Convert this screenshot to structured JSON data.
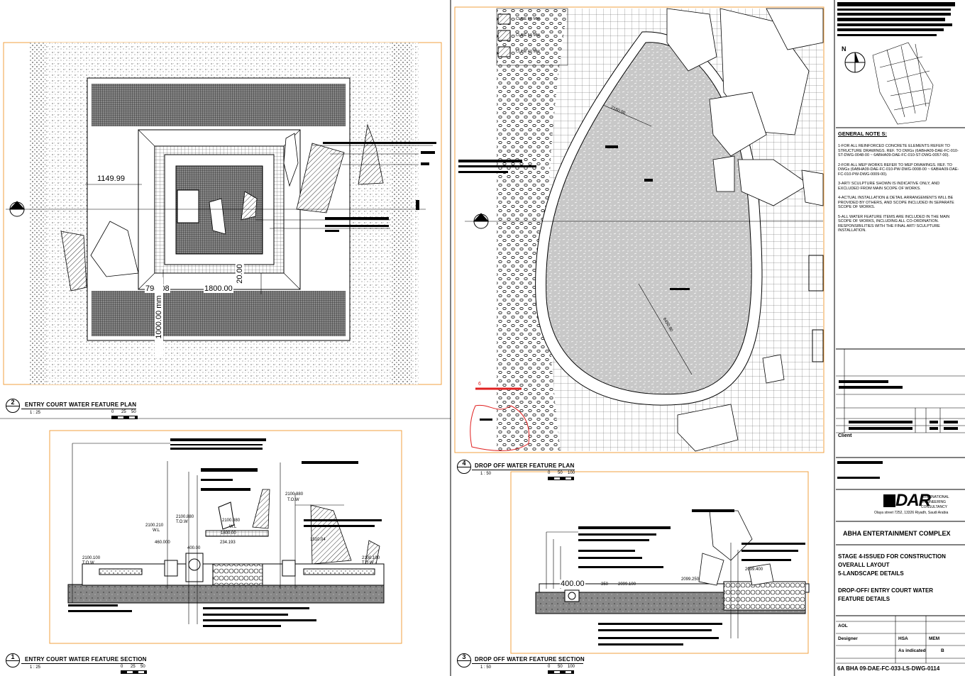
{
  "views": {
    "v2": {
      "number": "2",
      "title": "ENTRY COURT WATER FEATURE PLAN",
      "scale": "1 : 25",
      "bar": [
        "0",
        "25",
        "50"
      ]
    },
    "v1": {
      "number": "1",
      "title": "ENTRY COURT WATER FEATURE SECTION",
      "scale": "1 : 25",
      "bar": [
        "0",
        "25",
        "50"
      ]
    },
    "v4": {
      "number": "4",
      "title": "DROP OFF WATER FEATURE PLAN",
      "scale": "1 : 50",
      "bar": [
        "0",
        "50",
        "100"
      ]
    },
    "v3": {
      "number": "3",
      "title": "DROP OFF WATER FEATURE SECTION",
      "scale": "1 : 50",
      "bar": [
        "0",
        "50",
        "100"
      ]
    }
  },
  "plan2_dims": {
    "d1": "1149.99",
    "d2": "798.08",
    "d3": "1800.00",
    "d4": "1000.00 mm",
    "d5": "20.00"
  },
  "section1_dims": {
    "l1": "2100.880",
    "l1b": "T.O.W",
    "l2": "2100.210",
    "l2b": "W.L",
    "l3": "460.000",
    "l4": "2100.880",
    "l4b": "T.O.W",
    "l5": "2100.880",
    "l5b": "W.L",
    "l6": "1800.00",
    "l7": "234.193",
    "l8": "400.00",
    "l9": "1510.04",
    "l10": "2100.100",
    "l10b": "T.O.W",
    "l11": "2100.100",
    "l11b": "T.O.W"
  },
  "plan4_dims": {
    "r1": "2160.00",
    "r2": "6450.80"
  },
  "legend": [
    {
      "label": "CUBE 60 MM"
    },
    {
      "label": "CUBE 50 MM"
    },
    {
      "label": "CUBE 40 MM"
    }
  ],
  "section3_dims": {
    "a": "400.00",
    "b": "350",
    "c": "2099.100",
    "d": "2099.250",
    "e": "2099.400"
  },
  "notes": {
    "heading": "GENERAL NOTE S:",
    "items": [
      "1-FOR ALL REINFORCED CONCRETE ELEMENTS REFER TO STRUCTURE DRAWINGS. REF. TO DWGs (6ABHA09-DAE-FC-010-ST-DWG-0048-00 ~ 6ABHA09-DAE-FC-010-ST-DWG-0057-00).",
      "2-FOR ALL MEP WORKS REFER TO MEP DRAWINGS. REF. TO DWGs (6ABHA09-DAE-FC-010-PW-DWG-0008-00 ~ 6ABHA09-DAE-FC-010-PW-DWG-0009-00).",
      "3-ART/ SCULPTURE SHOWN IS INDICATIVE ONLY, AND EXCLUDED FROM MAIN SCOPE OF WORKS.",
      "4-ACTUAL INSTALLATION & DETAIL ARRANGEMENTS WILL BE PROVIDED BY OTHERS, AND SCOPE INCLUDED IN SEPARATE SCOPE OF WORKS.",
      "5-ALL WATER FEATURE ITEMS ARE INCLUDED IN THE MAIN SCOPE OF WORKS, INCLUDING ALL CO-ORDINATION. RESPONSIBILITIES WITH THE FINAL ART/ SCULPTURE INSTALLATION."
    ]
  },
  "north": "N",
  "callout": "6",
  "titleblock": {
    "client_label": "Client",
    "logo": "DAR",
    "logo_sub1": "INTERNATIONAL",
    "logo_sub2": "ENGINEERING",
    "logo_sub3": "CONSULTANCY",
    "address": "Olaya street 7252, 13326 Riyadh, Saudi Arabia",
    "project": "ABHA ENTERTAINMENT COMPLEX",
    "stage1": "STAGE 4-ISSUED FOR CONSTRUCTION",
    "stage2": "OVERALL LAYOUT",
    "stage3": "5-LANDSCAPE DETAILS",
    "dtitle1": "DROP-OFF/ ENTRY COURT WATER",
    "dtitle2": "FEATURE DETAILS",
    "aol": "AOL",
    "designer": "Designer",
    "hsa": "HSA",
    "mem": "MEM",
    "scale": "As indicated",
    "rev": "B",
    "dwg": "6A BHA 09-DAE-FC-033-LS-DWG-0114"
  }
}
